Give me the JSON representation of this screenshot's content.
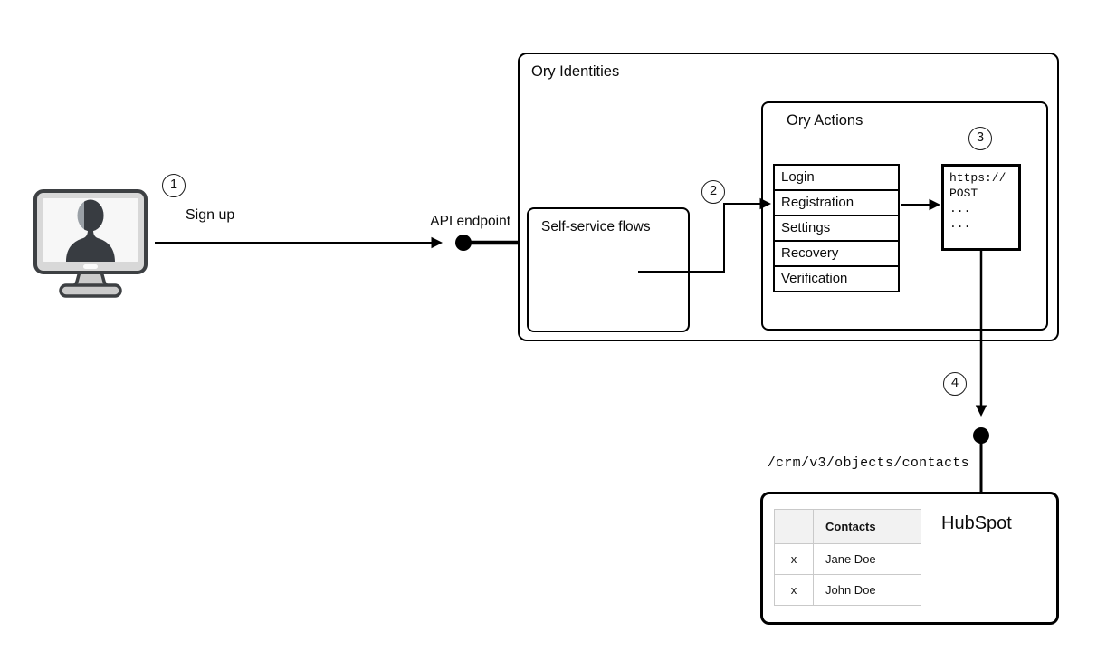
{
  "diagram": {
    "background": "#ffffff",
    "stroke_color": "#000000"
  },
  "steps": [
    "1",
    "2",
    "3",
    "4"
  ],
  "client": {
    "icon": "monitor-user-icon",
    "action_label": "Sign up"
  },
  "api_endpoint": {
    "label": "API endpoint"
  },
  "ory_identities": {
    "title": "Ory Identities",
    "self_service_flows": {
      "title": "Self-service flows"
    },
    "ory_actions": {
      "title": "Ory Actions",
      "flows": [
        "Login",
        "Registration",
        "Settings",
        "Recovery",
        "Verification"
      ],
      "webhook_request": {
        "lines": [
          "https://",
          "POST",
          "...",
          "..."
        ]
      }
    }
  },
  "hubspot": {
    "title": "HubSpot",
    "api_path": "/crm/v3/objects/contacts",
    "contacts_table": {
      "headers": [
        "",
        "Contacts"
      ],
      "rows": [
        [
          "x",
          "Jane Doe"
        ],
        [
          "x",
          "John Doe"
        ]
      ]
    }
  },
  "colors": {
    "table_border": "#c9c9c9",
    "table_header_bg": "#f2f2f2",
    "monitor_body": "#d8d8d8",
    "monitor_screen": "#f7f7f7",
    "silhouette": "#383c41",
    "silhouette_highlight": "#9aa0a6"
  }
}
